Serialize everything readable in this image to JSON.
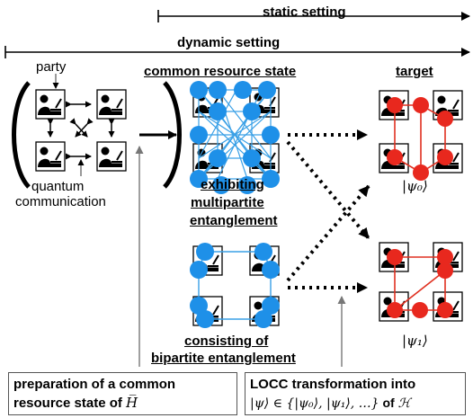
{
  "labels": {
    "static_setting": "static setting",
    "dynamic_setting": "dynamic setting",
    "party": "party",
    "quantum_communication_1": "quantum",
    "quantum_communication_2": "communication",
    "common_resource_state": "common resource state",
    "target": "target",
    "exhibiting_1": "exhibiting",
    "exhibiting_2": "multipartite",
    "exhibiting_3": "entanglement",
    "consisting_1": "consisting of",
    "consisting_2": "bipartite entanglement",
    "psi0": "|ψ₀⟩",
    "psi1": "|ψ₁⟩"
  },
  "boxes": {
    "preparation_line1": "preparation of a common",
    "preparation_line2_prefix": "resource state of ",
    "preparation_line2_symbol": "H̅",
    "locc_line1": "LOCC transformation into",
    "locc_line2_math": "|ψ⟩ ∈ {|ψ₀⟩, |ψ₁⟩, …}",
    "locc_line2_of": " of ",
    "locc_line2_symbol": "ℋ"
  },
  "colors": {
    "blue_node": "#1e90e8",
    "blue_edge": "#3aa0e6",
    "red_node": "#e8281e",
    "red_edge": "#e03020",
    "line": "#000000",
    "box_border": "#555555"
  },
  "icons": [
    "person-at-computer-icon"
  ]
}
